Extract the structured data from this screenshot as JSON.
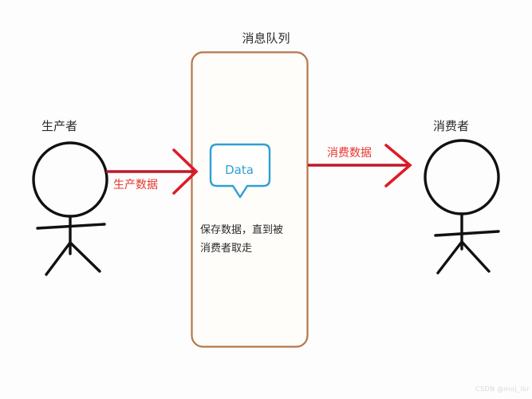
{
  "diagram": {
    "title": "消息队列",
    "background_color": "#fdfdfd",
    "queue_box": {
      "border_color": "#b5764a",
      "fill_color": "#fffdfa",
      "label": "消息队列",
      "description": "保存数据，直到被\n消费者取走"
    },
    "data_bubble": {
      "text": "Data",
      "color": "#2e9fd4",
      "fill_color": "#ffffff"
    },
    "actors": [
      {
        "name": "producer",
        "label": "生产者",
        "color": "#111111"
      },
      {
        "name": "consumer",
        "label": "消费者",
        "color": "#111111"
      }
    ],
    "arrows": [
      {
        "name": "produce-arrow",
        "label": "生产数据",
        "color": "#c0182a",
        "head_color": "#e01a28",
        "direction": "right",
        "from": "producer",
        "to": "queue"
      },
      {
        "name": "consume-arrow",
        "label": "消费数据",
        "color": "#c0182a",
        "head_color": "#e01a28",
        "direction": "right",
        "from": "queue",
        "to": "consumer"
      }
    ],
    "watermark": "CSDN @moj_ibr"
  }
}
